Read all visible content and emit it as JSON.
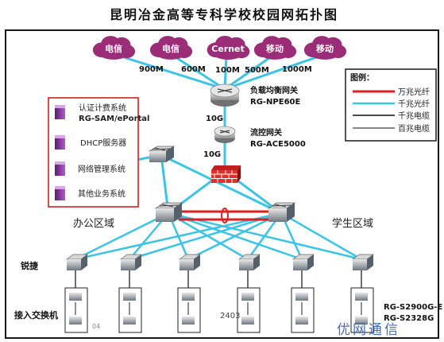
{
  "title": "昆明冶金高等专科学校校园网拓扑图",
  "isps": [
    "电信",
    "电信",
    "Cernet",
    "移动",
    "移动"
  ],
  "isp_links": [
    "900M",
    "600M",
    "100M",
    "500M",
    "1000M"
  ],
  "lb": {
    "name": "负载均衡网关",
    "model": "RG-NPE60E"
  },
  "flow": {
    "name": "流控网关",
    "model": "RG-ACE5000"
  },
  "link_10g_1": "10G",
  "link_10g_2": "10G",
  "servers": [
    "认证计费系统",
    "RG-SAM/ePortal",
    "DHCP服务器",
    "网络管理系统",
    "其他业务系统"
  ],
  "legend": {
    "title": "图例：",
    "items": [
      {
        "label": "万兆光纤",
        "color": "#e02020"
      },
      {
        "label": "千兆光纤",
        "color": "#3cc4e6"
      },
      {
        "label": "千兆电缆",
        "color": "#111111"
      },
      {
        "label": "百兆电缆",
        "color": "#111111"
      }
    ]
  },
  "zones": {
    "office": "办公区域",
    "student": "学生区域"
  },
  "row_labels": {
    "ruijie": "锐捷",
    "access": "接入交换机"
  },
  "access_models": [
    "RG-S2900G-E",
    "RG-S2328G"
  ],
  "stray": {
    "a": "2403",
    "b": "04"
  },
  "watermark": "优网通信",
  "colors": {
    "cloud": "#9a2c78",
    "fiber10g": "#e02020",
    "fiber1g": "#3cc4e6",
    "border": "#1a1a1a"
  }
}
